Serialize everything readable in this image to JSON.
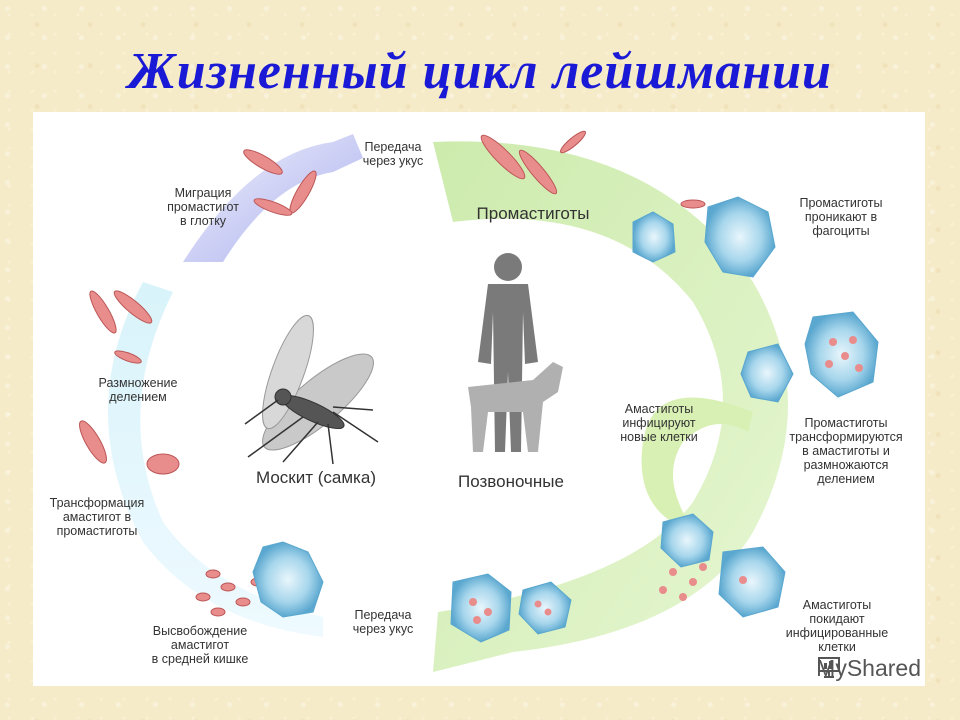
{
  "title": "Жизненный цикл лейшмании",
  "labels": {
    "transmission_top": "Передача\nчерез укус",
    "migration": "Миграция\nпромастигот\nв глотку",
    "reproduction": "Размножение\nделением",
    "transformation_insect": "Трансформация\nамастигот в\nпромастиготы",
    "release": "Высвобождение\nамастигот\nв средней кишке",
    "transmission_bottom": "Передача\nчерез укус",
    "mosquito": "Москит (самка)",
    "vertebrates": "Позвоночные",
    "promastigotes": "Промастиготы",
    "penetrate": "Промастиготы\nпроникают в\nфагоциты",
    "amastigotes_infect": "Амастиготы\nинфицируют\nновые клетки",
    "transform_vertebrate": "Промастиготы\nтрансформируются\nв амастиготы и\nразмножаются\nделением",
    "amastigotes_leave": "Амастиготы\nпокидают\nинфицированные\nклетки"
  },
  "watermark": {
    "logo": "MyShared",
    "icon": "presentation-icon"
  },
  "colors": {
    "title": "#1a1ad6",
    "insect_arrow_top": "#b9bdf0",
    "insect_arrow_bottom": "#cdeff6",
    "vertebrate_arrow": "#d9f0b4",
    "parasite": "#e88c8c",
    "cell": "#8fc9e6"
  }
}
